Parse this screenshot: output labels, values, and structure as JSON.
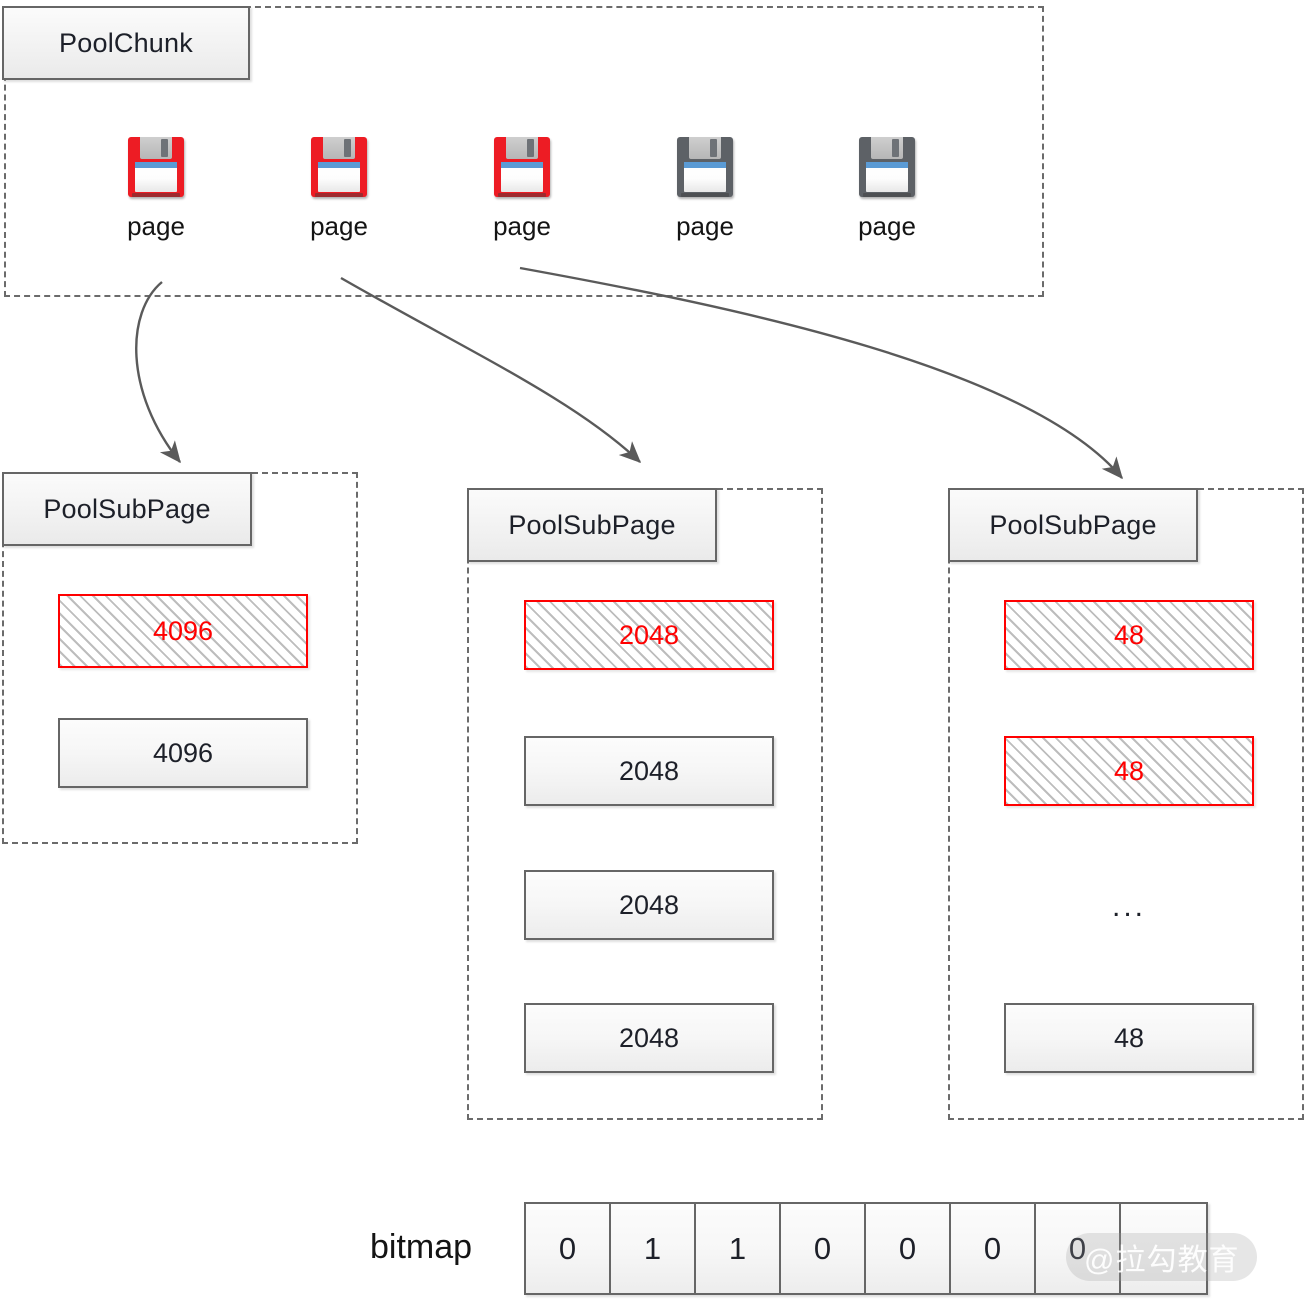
{
  "chunk": {
    "title": "PoolChunk",
    "pages": [
      {
        "label": "page",
        "icon": "floppy-disk-icon",
        "state": "allocated",
        "color": "#ed1c24"
      },
      {
        "label": "page",
        "icon": "floppy-disk-icon",
        "state": "allocated",
        "color": "#ed1c24"
      },
      {
        "label": "page",
        "icon": "floppy-disk-icon",
        "state": "allocated",
        "color": "#ed1c24"
      },
      {
        "label": "page",
        "icon": "floppy-disk-icon",
        "state": "free",
        "color": "#5d6166"
      },
      {
        "label": "page",
        "icon": "floppy-disk-icon",
        "state": "free",
        "color": "#5d6166"
      }
    ]
  },
  "subpages": [
    {
      "title": "PoolSubPage",
      "slots": [
        {
          "value": "4096",
          "state": "used"
        },
        {
          "value": "4096",
          "state": "free"
        }
      ]
    },
    {
      "title": "PoolSubPage",
      "slots": [
        {
          "value": "2048",
          "state": "used"
        },
        {
          "value": "2048",
          "state": "free"
        },
        {
          "value": "2048",
          "state": "free"
        },
        {
          "value": "2048",
          "state": "free"
        }
      ]
    },
    {
      "title": "PoolSubPage",
      "slots": [
        {
          "value": "48",
          "state": "used"
        },
        {
          "value": "48",
          "state": "used"
        },
        {
          "value": "...",
          "state": "ellipsis"
        },
        {
          "value": "48",
          "state": "free"
        }
      ]
    }
  ],
  "bitmap": {
    "label": "bitmap",
    "bits": [
      "0",
      "1",
      "1",
      "0",
      "0",
      "0",
      "0",
      ""
    ]
  },
  "watermark": {
    "text": "@拉勾教育"
  },
  "colors": {
    "used_border": "#ff0000",
    "used_text": "#ff0000",
    "box_border": "#666666",
    "dashed_border": "#6b6b6b",
    "allocated_page": "#ed1c24",
    "free_page": "#5d6166",
    "arrow": "#5a5a5a"
  }
}
